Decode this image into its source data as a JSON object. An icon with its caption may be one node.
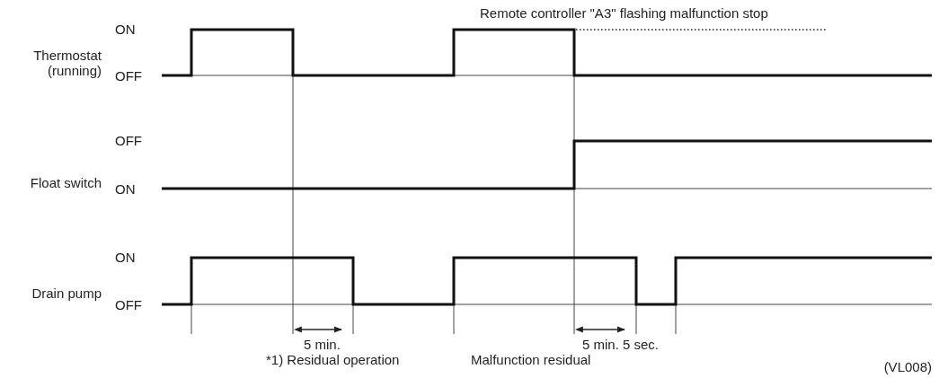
{
  "diagram": {
    "labels": [
      "Remote controller \"A3\" flashing malfunction stop",
      "ON",
      "Thermostat (running)",
      "OFF",
      "OFF",
      "Float switch",
      "ON",
      "ON",
      "Drain pump",
      "OFF",
      "5 min.",
      "5 min. 5 sec.",
      "*1) Residual operation",
      "Malfunction residual",
      "(VL008)"
    ]
  }
}
